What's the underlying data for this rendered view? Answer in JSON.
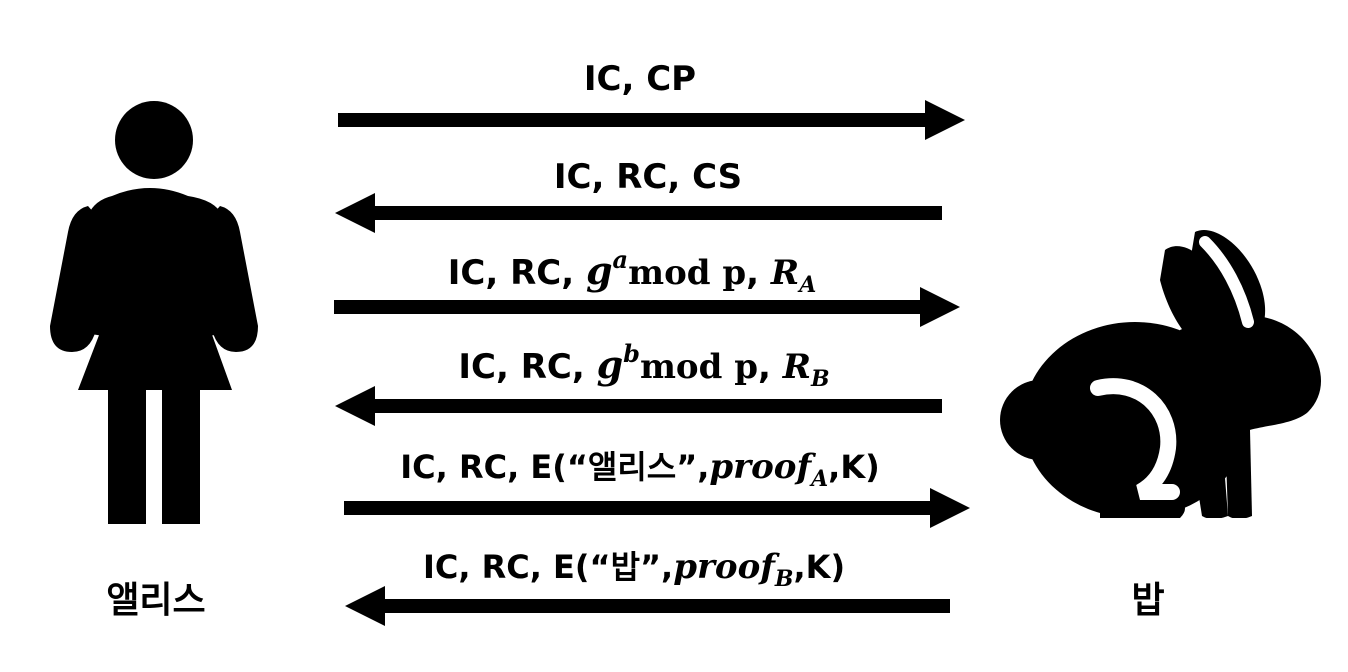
{
  "alice": {
    "label": "앨리스",
    "icon": "woman-icon"
  },
  "bob": {
    "label": "밥",
    "icon": "rabbit-icon"
  },
  "messages": [
    {
      "direction": "right",
      "parts": {
        "lead": "IC, CP"
      }
    },
    {
      "direction": "left",
      "parts": {
        "lead": "IC, RC, CS"
      }
    },
    {
      "direction": "right",
      "parts": {
        "lead": "IC, RC, ",
        "g": "g",
        "exp": "a",
        "mod": "mod p",
        "sep": ", ",
        "R": "R",
        "sub": "A"
      }
    },
    {
      "direction": "left",
      "parts": {
        "lead": "IC, RC, ",
        "g": "g",
        "exp": "b",
        "mod": "mod p",
        "sep": ", ",
        "R": "R",
        "sub": "B"
      }
    },
    {
      "direction": "right",
      "parts": {
        "lead": "IC, RC, E(“앨리스”,",
        "proof": "proof",
        "sub": "A",
        "tail": ",K)"
      }
    },
    {
      "direction": "left",
      "parts": {
        "lead": "IC, RC, E(“밥”,",
        "proof": "proof",
        "sub": "B",
        "tail": ",K)"
      }
    }
  ]
}
